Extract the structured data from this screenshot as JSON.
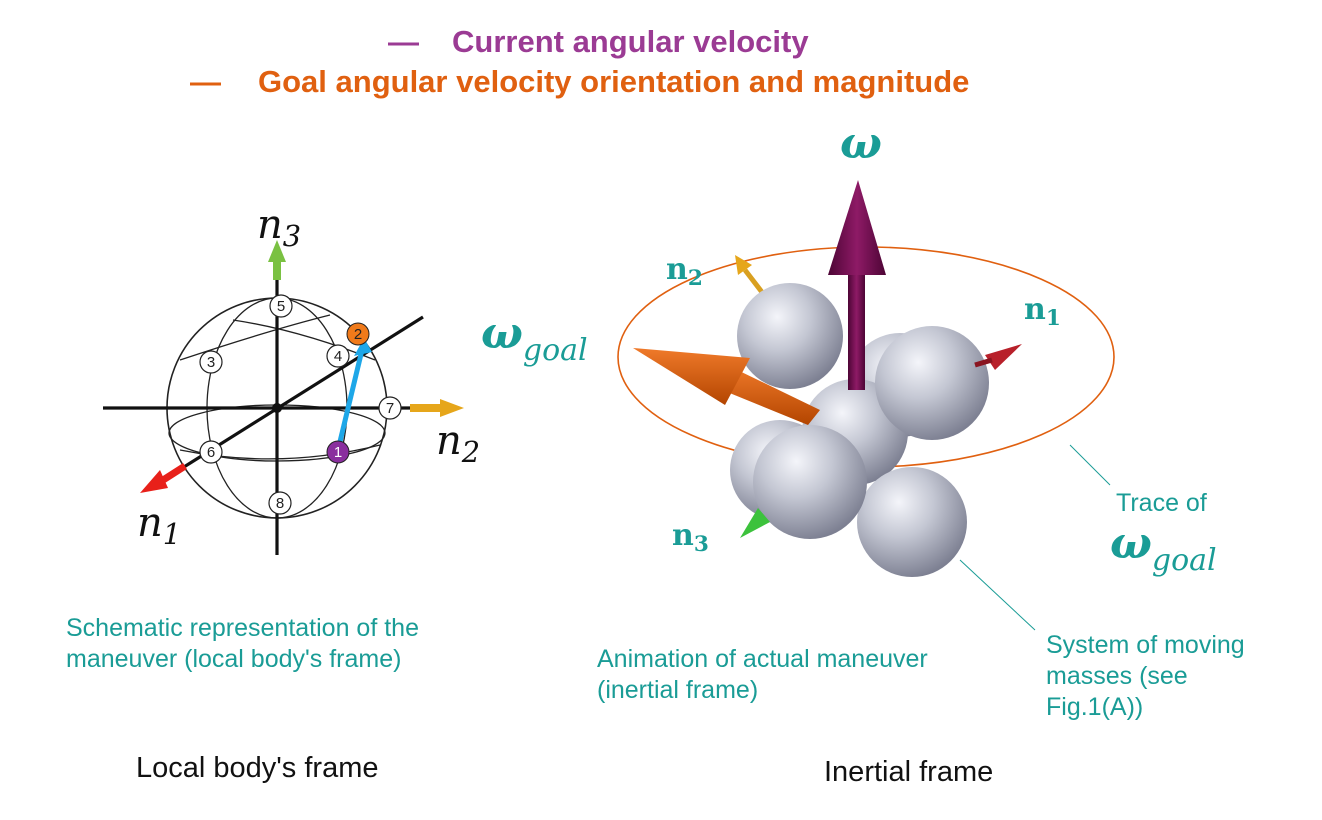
{
  "legend": {
    "current": {
      "label": "Current angular velocity",
      "color": "#9b3b94"
    },
    "goal": {
      "label": "Goal angular velocity orientation and magnitude",
      "color": "#e06010"
    }
  },
  "left_panel": {
    "axes": {
      "n1": "n",
      "n1_sub": "1",
      "n2": "n",
      "n2_sub": "2",
      "n3": "n",
      "n3_sub": "3"
    },
    "points": [
      "1",
      "2",
      "3",
      "4",
      "5",
      "6",
      "7",
      "8"
    ],
    "caption_line1": "Schematic representation of the",
    "caption_line2": "maneuver (local body's frame)",
    "frame_label": "Local body's frame"
  },
  "right_panel": {
    "omega": "ω",
    "omega_goal": "ω",
    "omega_goal_sub": "goal",
    "n1": "n",
    "n1_sub": "1",
    "n2": "n",
    "n2_sub": "2",
    "n3": "n",
    "n3_sub": "3",
    "trace_line1": "Trace of",
    "trace_omega": "ω",
    "trace_sub": "goal",
    "anim_line1": "Animation of actual maneuver",
    "anim_line2": "(inertial frame)",
    "masses_line1": "System of moving",
    "masses_line2": "masses (see",
    "masses_line3": "Fig.1(A))",
    "frame_label": "Inertial frame"
  },
  "colors": {
    "teal": "#1a9c96",
    "current": "#9b3b94",
    "goal": "#e06010",
    "n1_axis": "#e8201a",
    "n2_axis": "#e6a61a",
    "n3_axis": "#7ac142",
    "path": "#1ea7e8",
    "omega_arrow": "#7a0e55",
    "sphere": "#b9bcc8"
  }
}
